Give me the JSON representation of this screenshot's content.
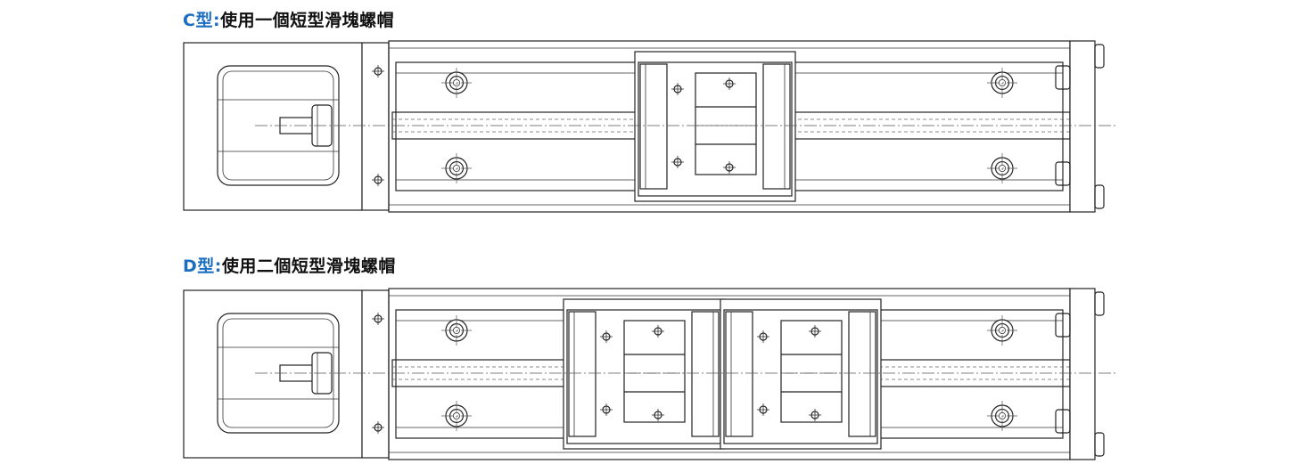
{
  "figures": [
    {
      "code": "C型",
      "separator": ":",
      "description": "使用一個短型滑塊螺帽",
      "slider_count": 1
    },
    {
      "code": "D型",
      "separator": ":",
      "description": "使用二個短型滑塊螺帽",
      "slider_count": 2
    }
  ],
  "colors": {
    "accent": "#1c6fc0",
    "text": "#111111",
    "line": "#222222"
  }
}
